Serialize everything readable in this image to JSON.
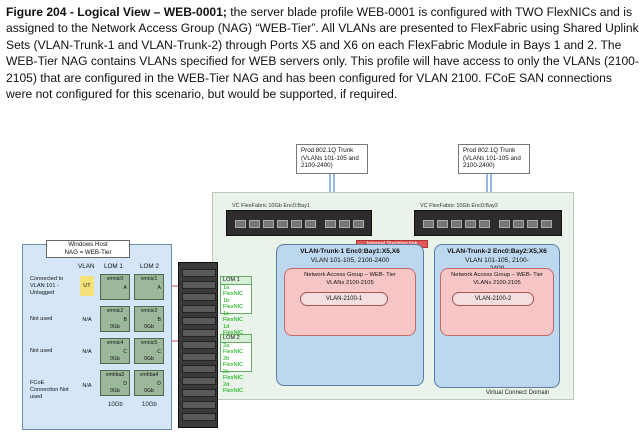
{
  "caption": {
    "figure": "Figure 204 - Logical View – WEB-0001;",
    "text": "the server blade profile WEB-0001 is configured with TWO FlexNICs and is assigned to the Network Access Group (NAG) “WEB-Tier”.  All VLANs are presented to FlexFabric using Shared Uplink Sets (VLAN-Trunk-1 and VLAN-Trunk-2) through Ports X5 and X6 on each FlexFabric Module in Bays 1 and 2.  The WEB-Tier NAG contains VLANs specified for WEB servers only.  This profile will have access to only the VLANs (2100-2105) that are configured in the WEB-Tier NAG and has been configured for VLAN 2100.  FCoE SAN connections were not configured for this scenario, but would be supported, if required."
  },
  "diagram": {
    "trunk_left": {
      "line1": "Prod 802.1Q Trunk",
      "line2": "(VLANs 101-105 and",
      "line3": "2100-2400)"
    },
    "trunk_right": {
      "line1": "Prod 802.1Q Trunk",
      "line2": "(VLANs 101-105 and",
      "line3": "2100-2400)"
    },
    "switch_left": "VC FlexFabric 10Gb Enc0:Bay1",
    "switch_right": "VC FlexFabric 10Gb Enc0:Bay2",
    "stacking_link": "Internal Stacking link",
    "vc_domain_label": "Virtual Connect Domain",
    "uplink_left": {
      "title": "VLAN-Trunk-1 Enc0:Bay1:X5,X6",
      "line1": "VLAN 101-105, 2100-2400"
    },
    "uplink_right": {
      "title": "VLAN-Trunk-2 Enc0:Bay2:X5,X6",
      "line1": "VLAN 101-105, 2100-",
      "line2": "2400"
    },
    "nag_left": {
      "line1": "Network Access Group – WEB- Tier",
      "line2": "VLANs 2100-2105",
      "vlan": "VLAN-2100-1"
    },
    "nag_right": {
      "line1": "Network Access Group – WEB- Tier",
      "line2": "VLANs 2100-2105",
      "vlan": "VLAN-2100-2"
    },
    "host": {
      "title_line1": "Windows Host",
      "title_line2": "NAG = WEB-Tier",
      "col_vlan": "VLAN",
      "col_lom1": "LOM 1",
      "col_lom2": "LOM 2",
      "rows": [
        {
          "label": "Connected to VLAN 101 - Untagged",
          "vlan": "UT"
        },
        {
          "label": "Not used",
          "vlan": "N/A"
        },
        {
          "label": "Not used",
          "vlan": "N/A"
        },
        {
          "label": "FCoE Connection Not used",
          "vlan": "N/A"
        }
      ],
      "nics": [
        {
          "name": "vmnic0",
          "speed": "",
          "ab": "A"
        },
        {
          "name": "vmnic1",
          "speed": "",
          "ab": "A"
        },
        {
          "name": "vmnic2",
          "speed": "0Gb",
          "ab": "B"
        },
        {
          "name": "vmnic3",
          "speed": "0Gb",
          "ab": "B"
        },
        {
          "name": "vmnic4",
          "speed": "0Gb",
          "ab": "C"
        },
        {
          "name": "vmnic5",
          "speed": "0Gb",
          "ab": "C"
        },
        {
          "name": "vmhba3",
          "speed": "0Gb",
          "ab": "D"
        },
        {
          "name": "vmhba4",
          "speed": "0Gb",
          "ab": "D"
        }
      ],
      "speed_left": "10Gb",
      "speed_right": "10Gb"
    },
    "lom1": {
      "head": "LOM 1",
      "items": [
        "1a FlexNIC",
        "1b FlexNIC",
        "1c FlexNIC",
        "1d FlexNIC"
      ]
    },
    "lom2": {
      "head": "LOM 2",
      "items": [
        "2a FlexNIC",
        "2b FlexNIC",
        "2c FlexNIC",
        "2d FlexNIC"
      ]
    }
  }
}
